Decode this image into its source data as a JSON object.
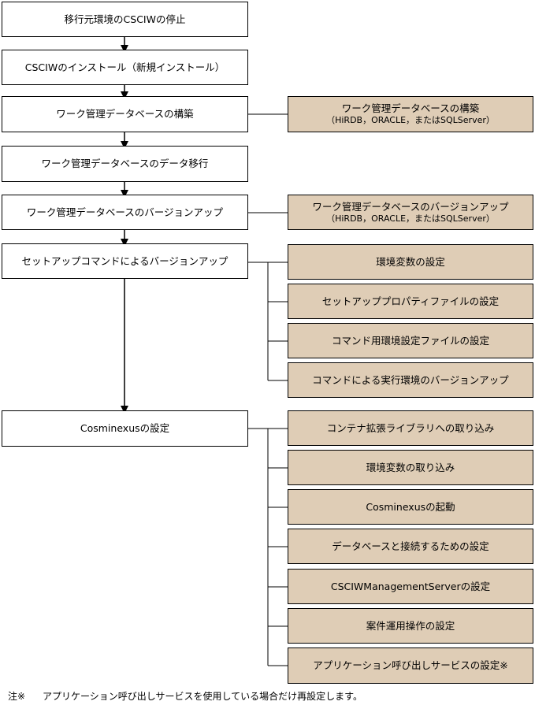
{
  "main_steps": [
    {
      "label": "移行元環境のCSCIWの停止"
    },
    {
      "label": "CSCIWのインストール（新規インストール）"
    },
    {
      "label": "ワーク管理データベースの構築"
    },
    {
      "label": "ワーク管理データベースのデータ移行"
    },
    {
      "label": "ワーク管理データベースのバージョンアップ"
    },
    {
      "label": "セットアップコマンドによるバージョンアップ"
    },
    {
      "label": "Cosminexusの設定"
    }
  ],
  "side_notes": {
    "db_build": {
      "line1": "ワーク管理データベースの構築",
      "line2": "（HiRDB，ORACLE，またはSQLServer）"
    },
    "db_upgrade": {
      "line1": "ワーク管理データベースのバージョンアップ",
      "line2": "（HiRDB，ORACLE，またはSQLServer）"
    }
  },
  "setup_substeps": [
    {
      "label": "環境変数の設定"
    },
    {
      "label": "セットアッププロパティファイルの設定"
    },
    {
      "label": "コマンド用環境設定ファイルの設定"
    },
    {
      "label": "コマンドによる実行環境のバージョンアップ"
    }
  ],
  "cosminexus_substeps": [
    {
      "label": "コンテナ拡張ライブラリへの取り込み"
    },
    {
      "label": "環境変数の取り込み"
    },
    {
      "label": "Cosminexusの起動"
    },
    {
      "label": "データベースと接続するための設定"
    },
    {
      "label": "CSCIWManagementServerの設定"
    },
    {
      "label": "案件運用操作の設定"
    },
    {
      "label": "アプリケーション呼び出しサービスの設定※"
    }
  ],
  "footnote": {
    "mark": "注※",
    "text": "アプリケーション呼び出しサービスを使用している場合だけ再設定します。"
  }
}
